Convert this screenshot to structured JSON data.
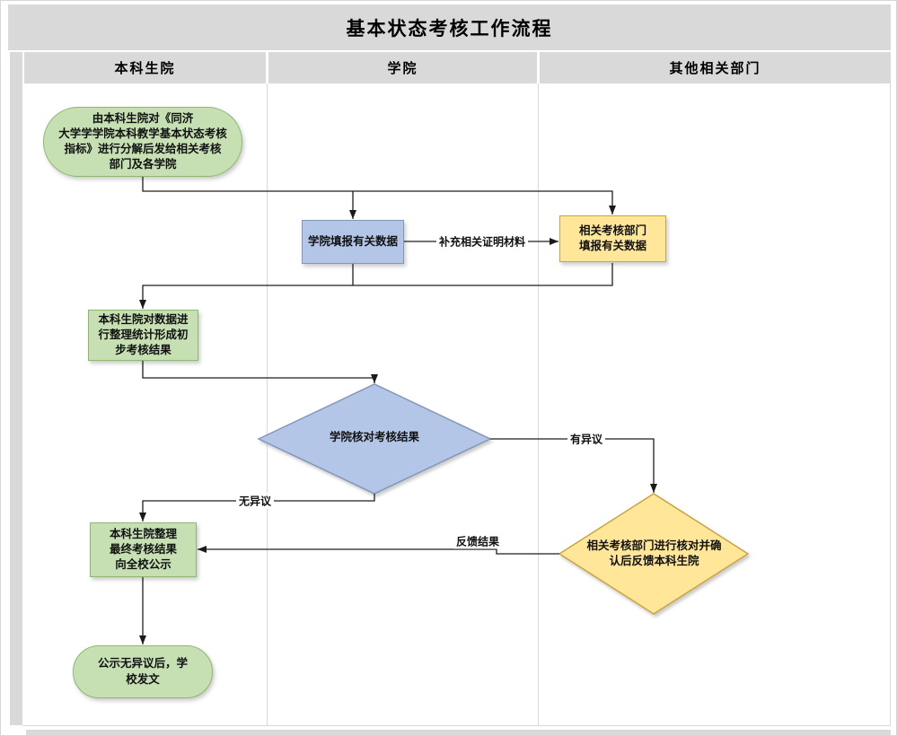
{
  "title": "基本状态考核工作流程",
  "lanes": [
    {
      "label": "本科生院"
    },
    {
      "label": "学院"
    },
    {
      "label": "其他相关部门"
    }
  ],
  "nodes": {
    "start": {
      "type": "terminator",
      "text": "由本科生院对《同济\n大学学学院本科教学基本状态考核\n指标》进行分解后发给相关考核\n部门及各学院"
    },
    "college_fill": {
      "type": "process",
      "text": "学院填报有关数据"
    },
    "dept_fill": {
      "type": "process",
      "text": "相关考核部门\n填报有关数据"
    },
    "organize": {
      "type": "process",
      "text": "本科生院对数据进\n行整理统计形成初\n步考核结果"
    },
    "college_check": {
      "type": "decision",
      "text": "学院核对考核结果"
    },
    "dept_check": {
      "type": "decision",
      "text": "相关考核部门进行核对并确\n认后反馈本科生院"
    },
    "publish": {
      "type": "process",
      "text": "本科生院整理\n最终考核结果\n向全校公示"
    },
    "end": {
      "type": "terminator",
      "text": "公示无异议后，学\n校发文"
    }
  },
  "edge_labels": {
    "supplement": "补充相关证明材料",
    "objection": "有异议",
    "no_objection": "无异议",
    "feedback": "反馈结果"
  },
  "colors": {
    "lane_gray": "#d9d9d9",
    "green_fill": "#c6e0b4",
    "green_border": "#8fb86e",
    "blue_fill": "#b4c6e7",
    "blue_border": "#8496b9",
    "yellow_fill": "#ffe699",
    "yellow_border": "#c9a53f",
    "connector": "#1f1f1f"
  }
}
